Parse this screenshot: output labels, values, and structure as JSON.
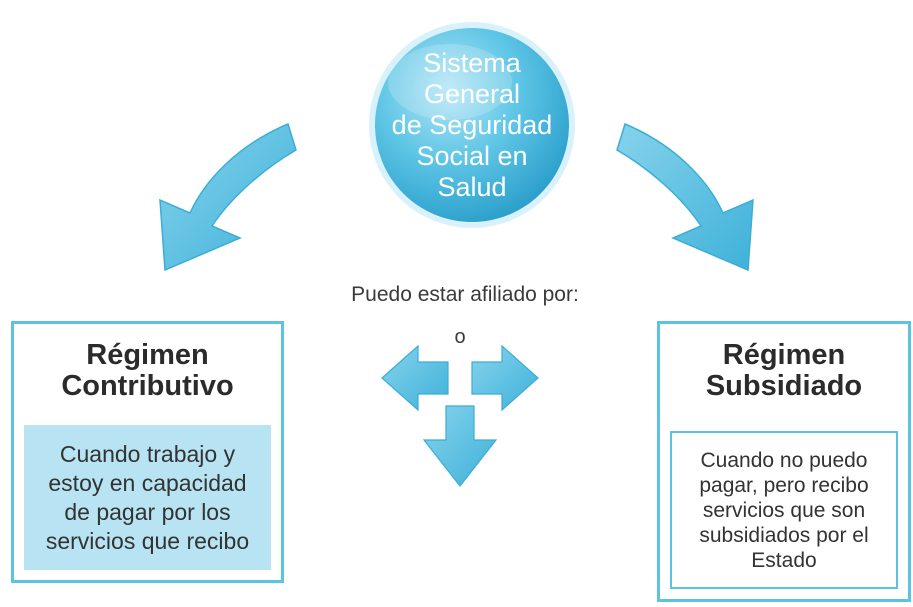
{
  "center": {
    "lines": [
      "Sistema",
      "General",
      "de Seguridad",
      "Social en",
      "Salud"
    ]
  },
  "connector": {
    "prompt": "Puedo estar afiliado por:",
    "or": "o"
  },
  "left_regime": {
    "title_lines": [
      "Régimen",
      "Contributivo"
    ],
    "desc_lines": [
      "Cuando trabajo y",
      "estoy en capacidad",
      "de pagar por los",
      "servicios que recibo"
    ]
  },
  "right_regime": {
    "title_lines": [
      "Régimen",
      "Subsidiado"
    ],
    "desc_lines": [
      "Cuando no puedo",
      "pagar, pero recibo",
      "servicios que son",
      "subsidiados por el",
      "Estado"
    ]
  },
  "colors": {
    "accent": "#5cc3e3",
    "accent_dark": "#2ea3cc",
    "desc_fill": "#b7e3f2"
  },
  "icons": [
    "curved-arrow-left",
    "curved-arrow-right",
    "three-way-arrow"
  ]
}
